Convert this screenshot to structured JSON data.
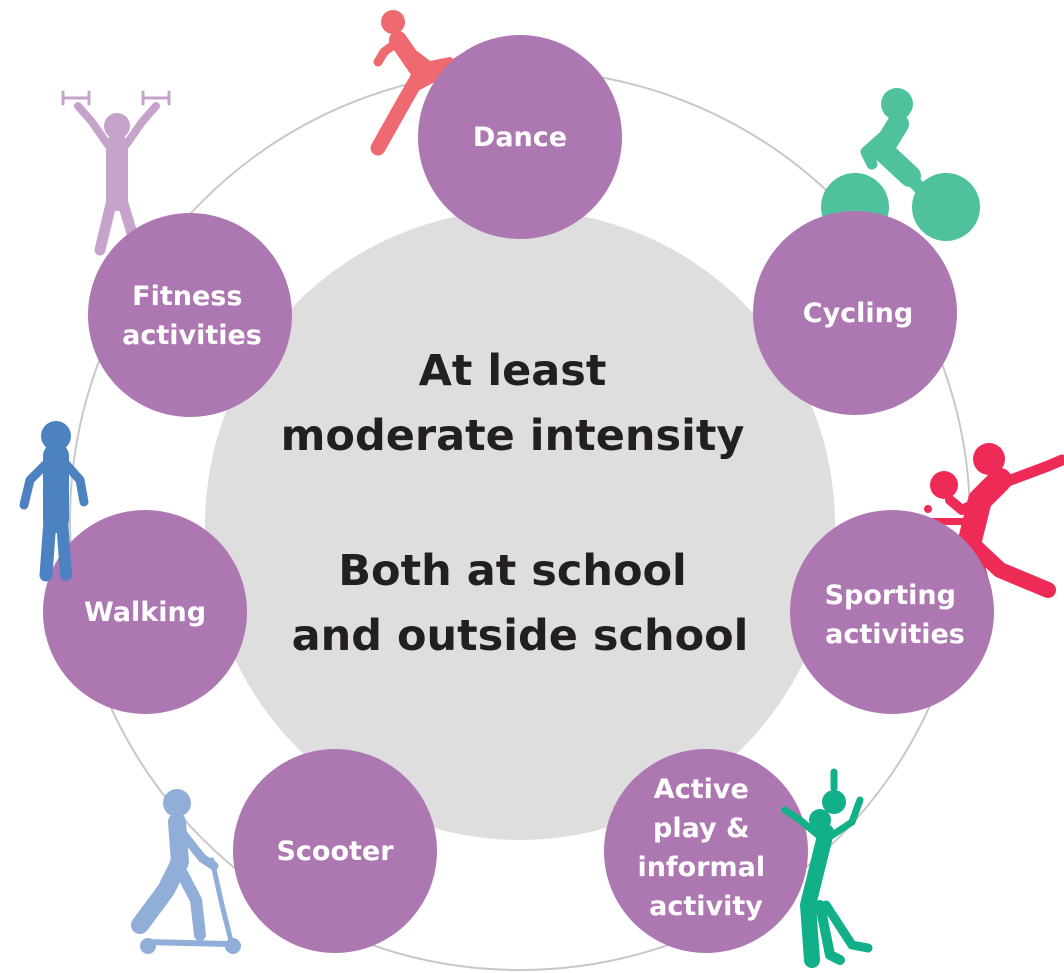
{
  "center": {
    "line1": "At least",
    "line2": "moderate intensity",
    "line3": "Both at school",
    "line4": "and outside school"
  },
  "activities": {
    "dance": [
      "Dance"
    ],
    "cycling": [
      "Cycling"
    ],
    "sporting": [
      "Sporting",
      "activities"
    ],
    "active_play": [
      "Active",
      "play &",
      "informal",
      "activity"
    ],
    "scooter": [
      "Scooter"
    ],
    "walking": [
      "Walking"
    ],
    "fitness": [
      "Fitness",
      "activities"
    ]
  },
  "colors": {
    "node": "#ad78b1",
    "center": "#dedede",
    "ring": "#c8c8c8",
    "dance_figure": "#ee6a70",
    "cycling_figure": "#4fc19c",
    "sporting_figure": "#ee2b57",
    "active_play_figure": "#12b089",
    "scooter_figure": "#90aed8",
    "walking_figure": "#4d82c2",
    "fitness_figure": "#c6a3cb"
  }
}
